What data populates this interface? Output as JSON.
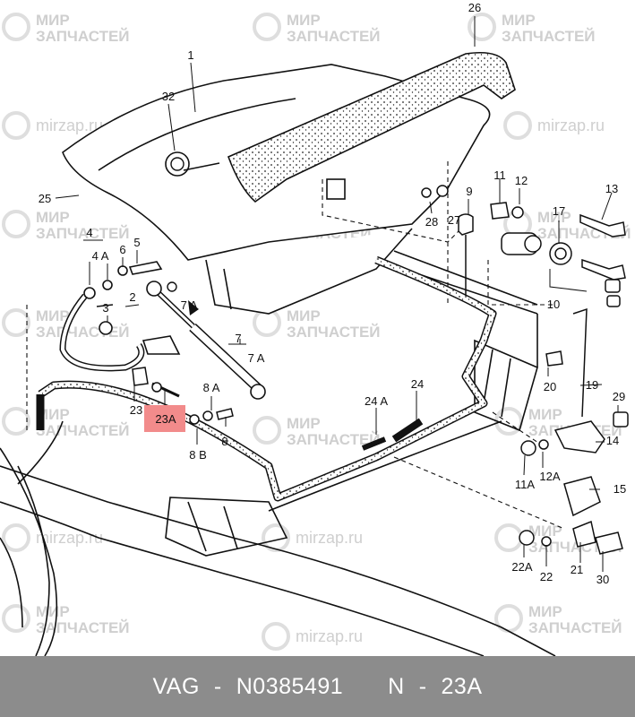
{
  "watermark": {
    "line1": "МИР",
    "line2": "ЗАПЧАСТЕЙ",
    "url": "mirzap.ru"
  },
  "diagram": {
    "highlight_color": "#f28b8b",
    "callouts": [
      "26",
      "1",
      "32",
      "25",
      "4",
      "4 A",
      "6",
      "5",
      "2",
      "7 A",
      "3",
      "7",
      "7 A",
      "8 A",
      "23",
      "23A",
      "8",
      "8 B",
      "24 A",
      "24",
      "9",
      "27",
      "28",
      "11",
      "12",
      "13",
      "17",
      "10",
      "19",
      "20",
      "29",
      "14",
      "11A",
      "12A",
      "15",
      "22A",
      "22",
      "21",
      "30"
    ],
    "highlighted_callout": "23A"
  },
  "footer": {
    "brand": "VAG",
    "separator1": "-",
    "part_number": "N0385491",
    "position_label": "N",
    "separator2": "-",
    "position": "23A"
  }
}
